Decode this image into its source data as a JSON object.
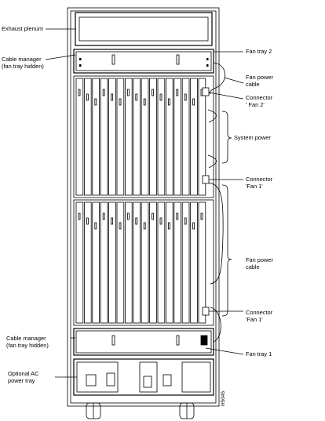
{
  "labels": {
    "exhaust_plenum": "Exhaust plenum",
    "cable_manager_top": [
      "Cable manager",
      "(fan tray hidden)"
    ],
    "fan_tray_2": "Fan tray 2",
    "fan_power_cable_top": [
      "Fan power",
      "cable"
    ],
    "connector_fan2": [
      "Connector",
      "' Fan 2'"
    ],
    "system_power": "System power",
    "connector_fan1_upper": [
      "Connector",
      "'Fan 1'"
    ],
    "fan_power_cable_bottom": [
      "Fan power",
      "cable"
    ],
    "connector_fan1_lower": [
      "Connector",
      "'Fan 1'"
    ],
    "cable_manager_bottom": [
      "Cable manager",
      "(fan tray hidden)"
    ],
    "fan_tray_1": "Fan tray 1",
    "optional_ac_power_tray": [
      "Optional AC",
      "power tray"
    ]
  },
  "figure_id": "H5045"
}
